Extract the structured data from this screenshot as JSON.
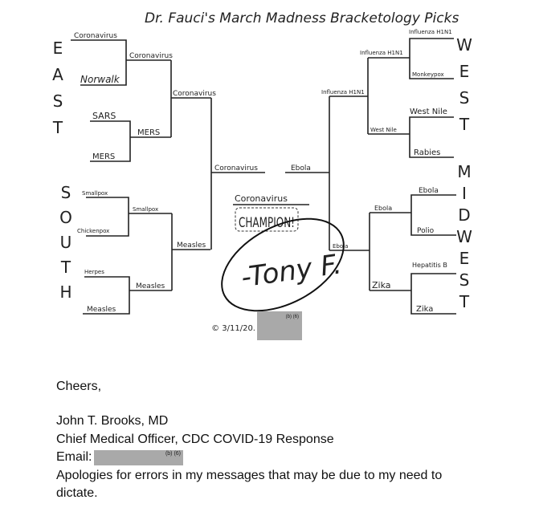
{
  "bracket": {
    "title": "Dr. Fauci's March Madness Bracketology Picks",
    "regions": {
      "east": "EAST",
      "south": "SOUTH",
      "west": "WEST",
      "midwest": "MIDWEST"
    },
    "east": {
      "round1": [
        "Coronavirus",
        "Norwalk",
        "SARS",
        "MERS"
      ],
      "round2": [
        "Coronavirus",
        "MERS"
      ],
      "round3": "Coronavirus"
    },
    "south": {
      "round1": [
        "Smallpox",
        "Chickenpox",
        "Herpes",
        "Measles"
      ],
      "round2": [
        "Smallpox",
        "Measles"
      ],
      "round3": "Measles"
    },
    "west": {
      "round1": [
        "Influenza H1N1",
        "Monkeypox",
        "West Nile",
        "Rabies"
      ],
      "round2": [
        "Influenza H1N1",
        "West Nile"
      ],
      "round3": "Influenza H1N1"
    },
    "midwest": {
      "round1": [
        "Ebola",
        "Polio",
        "Hepatitis B",
        "Zika"
      ],
      "round2": [
        "Ebola",
        "Zika"
      ],
      "round3": "Ebola"
    },
    "final_left": "Coronavirus",
    "final_right": "Ebola",
    "champion_pick": "Coronavirus",
    "champion_label": "CHAMPION!",
    "signature": "-Tony F.",
    "date": "© 3/11/20.",
    "redaction_label": "(b) (6)"
  },
  "email": {
    "closing": "Cheers,",
    "name": "John T. Brooks, MD",
    "title": "Chief Medical Officer, CDC COVID-19 Response",
    "email_label": "Email:",
    "redaction_label": "(b) (6)",
    "note": "Apologies for errors in my messages that may be due to my need to dictate."
  }
}
